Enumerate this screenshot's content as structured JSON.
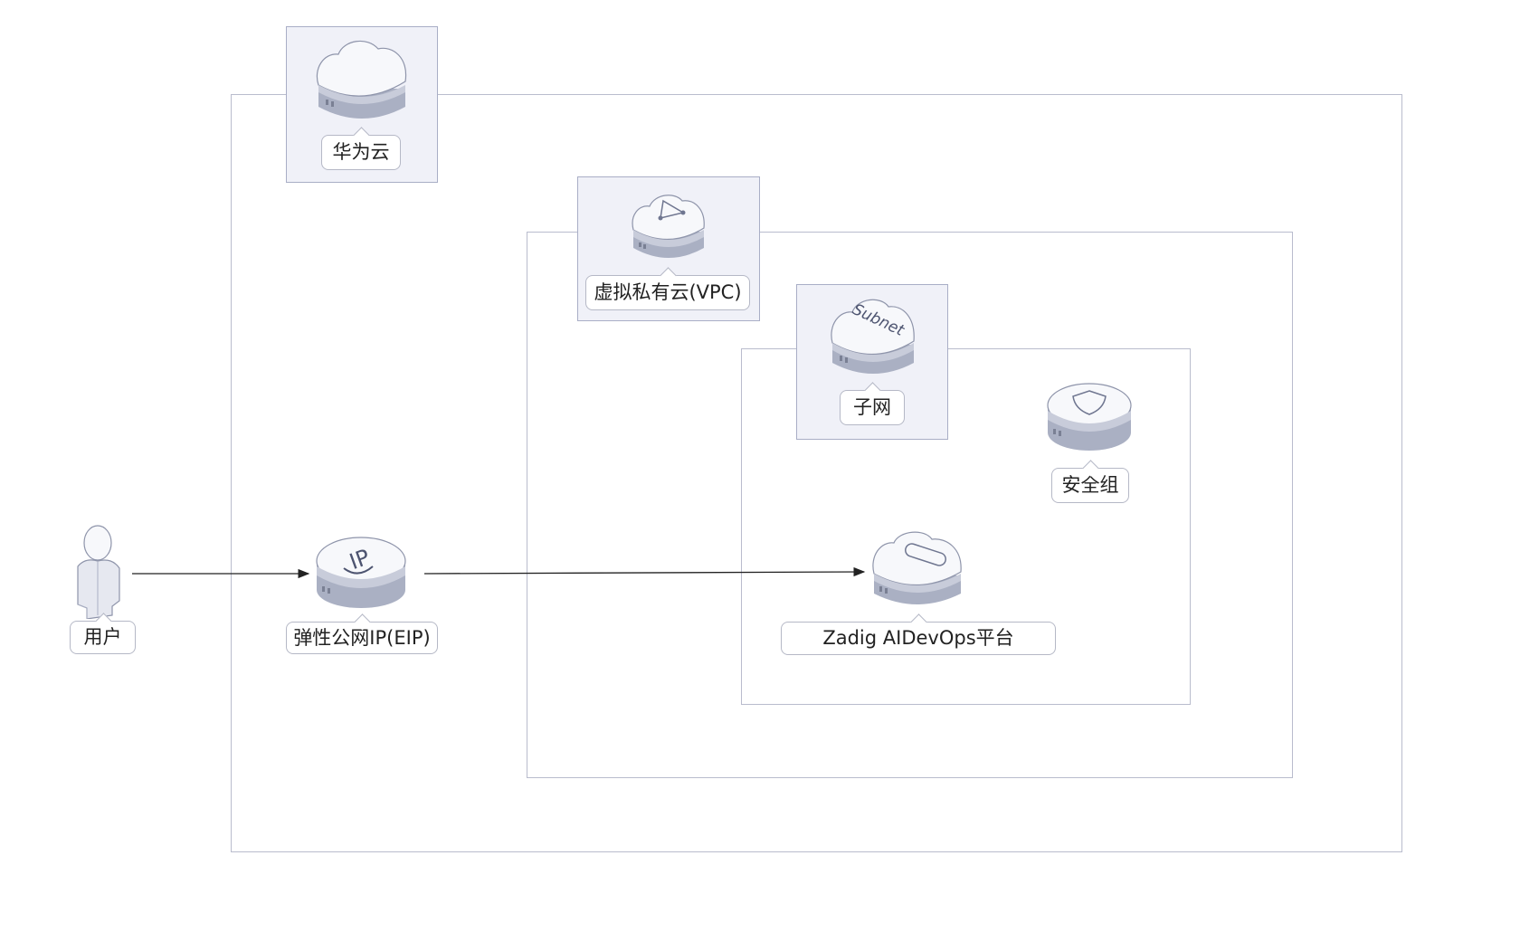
{
  "diagram": {
    "nodes": {
      "huawei_cloud": {
        "label": "华为云",
        "icon": "cloud-server-icon"
      },
      "vpc": {
        "label": "虚拟私有云(VPC)",
        "icon": "vpc-cloud-icon"
      },
      "subnet": {
        "label": "子网",
        "icon": "subnet-cloud-icon",
        "icon_text": "Subnet"
      },
      "security_group": {
        "label": "安全组",
        "icon": "shield-cylinder-icon"
      },
      "zadig": {
        "label": "Zadig AIDevOps平台",
        "icon": "devops-cloud-icon"
      },
      "eip": {
        "label": "弹性公网IP(EIP)",
        "icon": "ip-cylinder-icon",
        "icon_text": "IP"
      },
      "user": {
        "label": "用户",
        "icon": "user-icon"
      }
    },
    "edges": [
      {
        "from": "用户",
        "to": "弹性公网IP(EIP)"
      },
      {
        "from": "弹性公网IP(EIP)",
        "to": "Zadig AIDevOps平台"
      }
    ],
    "colors": {
      "frame": "#b9bccd",
      "panel": "#f0f1f8",
      "icon_body": "#d9dbe4",
      "arrow": "#222222"
    }
  }
}
